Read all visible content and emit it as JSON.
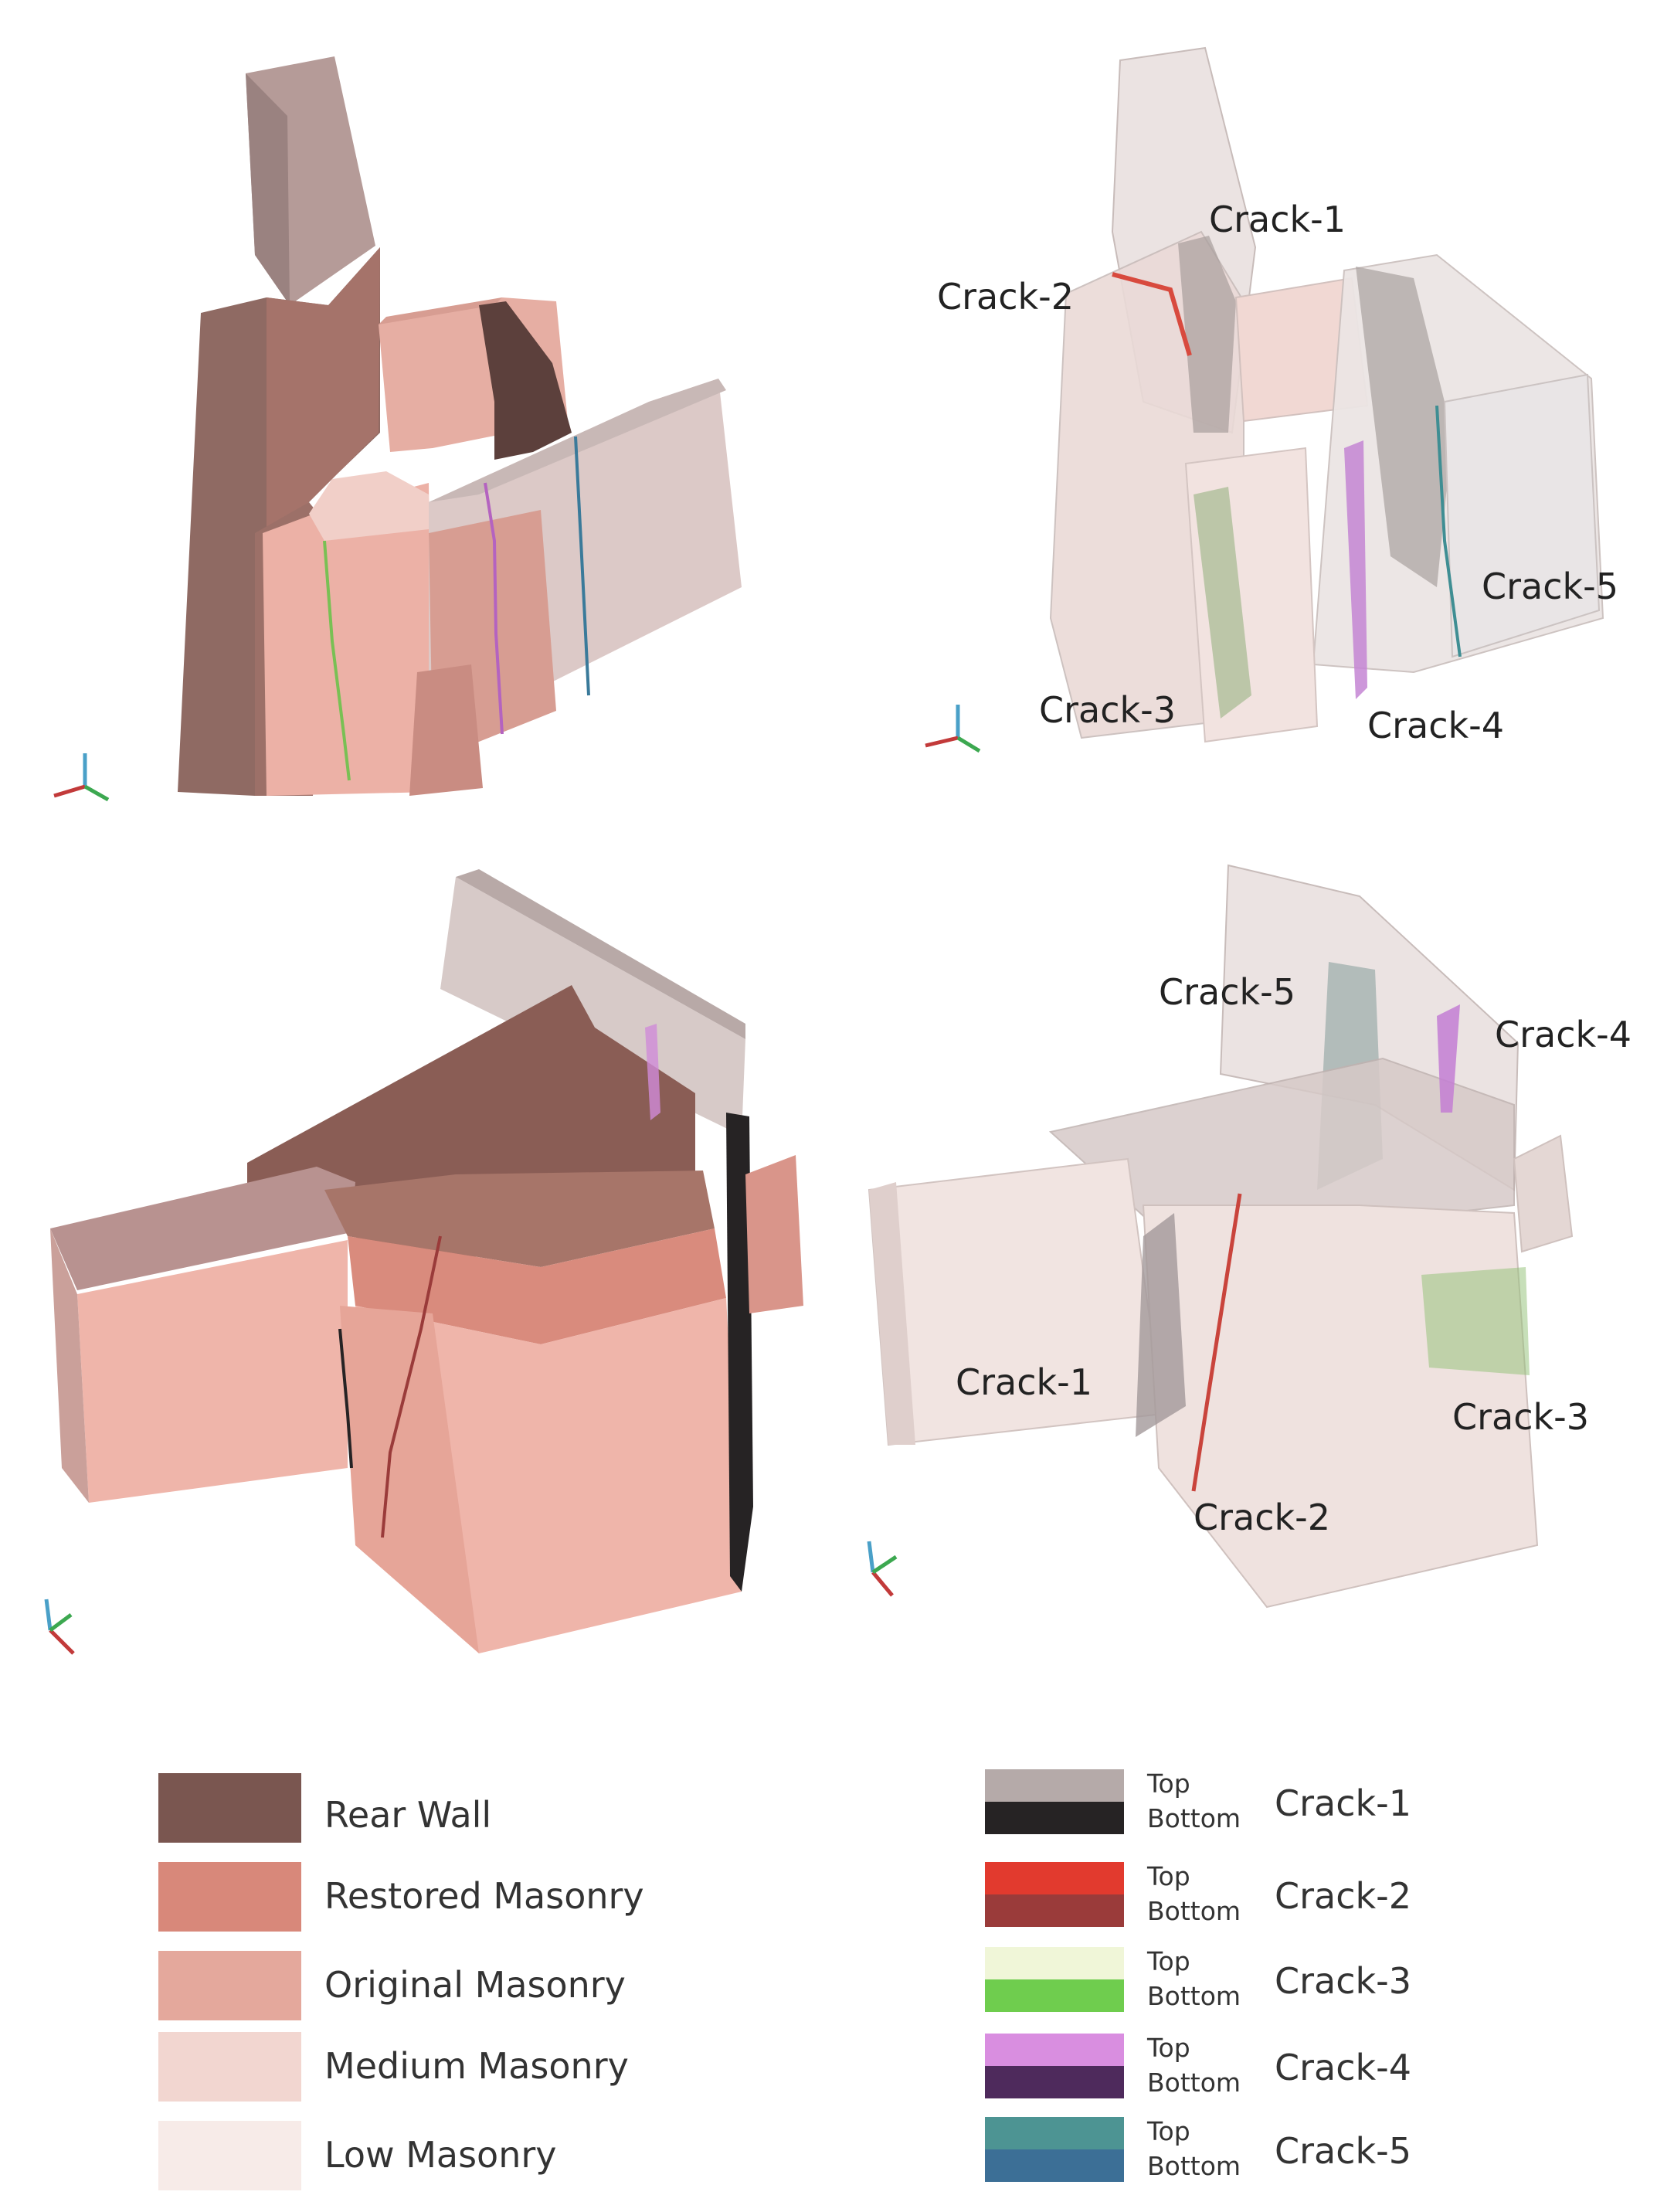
{
  "colors": {
    "rear_wall": "#7a5650",
    "restored_masonry": "#d8887a",
    "original_masonry": "#e4a89c",
    "medium_masonry": "#f2d6d0",
    "low_masonry": "#f7ebe8",
    "crack1_top": "#b5aaa9",
    "crack1_bottom": "#262324",
    "crack2_top": "#e23a2e",
    "crack2_bottom": "#9a3b3a",
    "crack3_top": "#f0f6d8",
    "crack3_bottom": "#6fcd4e",
    "crack4_top": "#d98ee0",
    "crack4_bottom": "#4e2a5c",
    "crack5_top": "#4d9493",
    "crack5_bottom": "#3c6f96"
  },
  "panels": {
    "top_right": {
      "labels": [
        "Crack-1",
        "Crack-2",
        "Crack-3",
        "Crack-4",
        "Crack-5"
      ]
    },
    "bottom_right": {
      "labels": [
        "Crack-5",
        "Crack-4",
        "Crack-1",
        "Crack-3",
        "Crack-2"
      ]
    }
  },
  "legend_materials": [
    {
      "label": "Rear Wall",
      "color": "#7a5650"
    },
    {
      "label": "Restored Masonry",
      "color": "#d8887a"
    },
    {
      "label": "Original Masonry",
      "color": "#e4a89c"
    },
    {
      "label": "Medium Masonry",
      "color": "#f2d6d0"
    },
    {
      "label": "Low Masonry",
      "color": "#f7ebe8"
    }
  ],
  "legend_cracks": [
    {
      "label": "Crack-1",
      "top": "Top",
      "bottom": "Bottom",
      "top_color": "#b5aaa9",
      "bottom_color": "#262324"
    },
    {
      "label": "Crack-2",
      "top": "Top",
      "bottom": "Bottom",
      "top_color": "#e23a2e",
      "bottom_color": "#9a3b3a"
    },
    {
      "label": "Crack-3",
      "top": "Top",
      "bottom": "Bottom",
      "top_color": "#f0f6d8",
      "bottom_color": "#6fcd4e"
    },
    {
      "label": "Crack-4",
      "top": "Top",
      "bottom": "Bottom",
      "top_color": "#d98ee0",
      "bottom_color": "#4e2a5c"
    },
    {
      "label": "Crack-5",
      "top": "Top",
      "bottom": "Bottom",
      "top_color": "#4d9493",
      "bottom_color": "#3c6f96"
    }
  ]
}
